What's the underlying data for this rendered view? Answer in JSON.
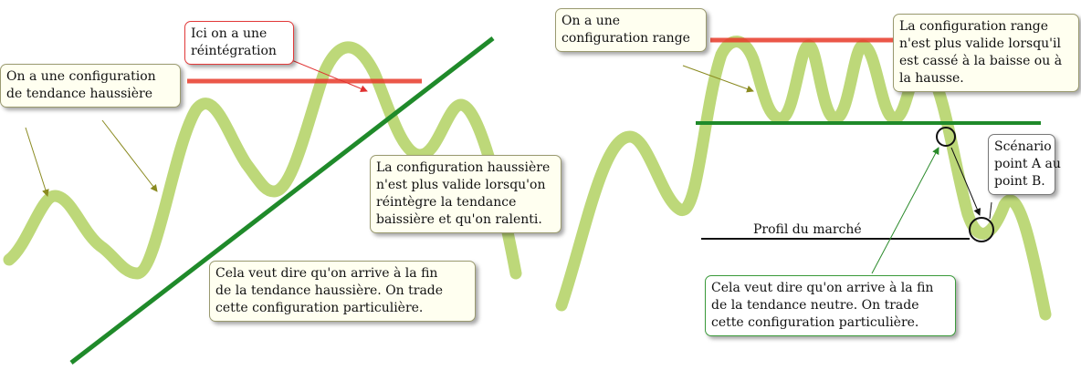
{
  "colors": {
    "wave": "#b6d46a",
    "resistance": "#e83a2a",
    "support_green": "#1f8a2a",
    "profile_line": "#111111",
    "arrow_olive": "#8a8a20",
    "arrow_red": "#e03030",
    "arrow_green": "#2a8a2a"
  },
  "left": {
    "reintegration_callout": [
      "Ici on a une",
      "réintégration"
    ],
    "uptrend_callout": [
      "On a une configuration",
      "de tendance haussière"
    ],
    "invalid_callout": [
      "La configuration haussière",
      "n'est plus valide lorsqu'on",
      "réintègre la tendance",
      "baissière et qu'on ralenti."
    ],
    "end_callout": [
      "Cela veut dire qu'on arrive à la fin",
      "de la tendance haussière. On trade",
      "cette configuration particulière."
    ]
  },
  "right": {
    "range_callout": [
      "On a une",
      "configuration range"
    ],
    "range_invalid_callout": [
      "La configuration range",
      "n'est plus valide lorsqu'il",
      "est cassé à la baisse ou à",
      "la hausse."
    ],
    "scenario_callout": [
      "Scénario",
      "point A au",
      "point B."
    ],
    "profile_label": "Profil du marché",
    "neutral_end_callout": [
      "Cela veut dire qu'on arrive à la fin",
      "de la tendance neutre. On trade",
      "cette configuration particulière."
    ]
  }
}
